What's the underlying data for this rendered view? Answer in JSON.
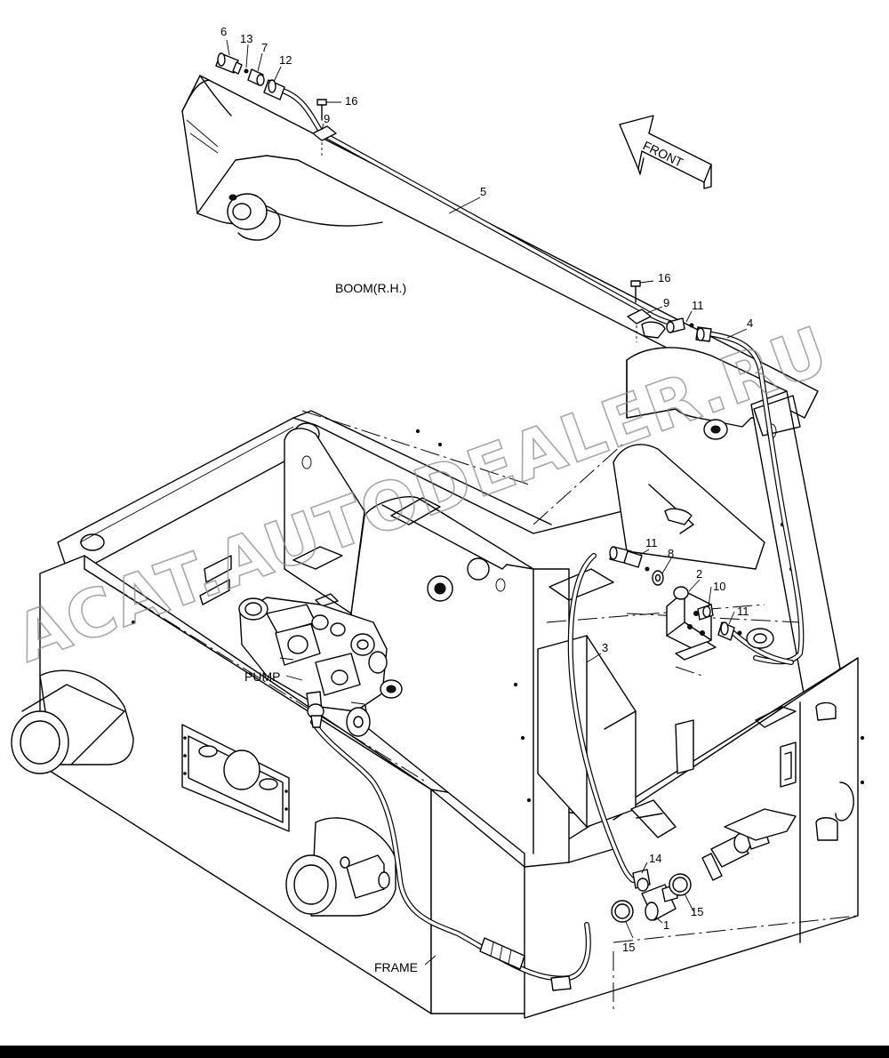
{
  "labels": {
    "front": "FRONT",
    "boom": "BOOM(R.H.)",
    "pump": "PUMP",
    "frame": "FRAME"
  },
  "callouts": {
    "c1": "1",
    "c2": "2",
    "c3": "3",
    "c4": "4",
    "c5": "5",
    "c6": "6",
    "c7": "7",
    "c8": "8",
    "c9a": "9",
    "c9b": "9",
    "c10": "10",
    "c11a": "11",
    "c11b": "11",
    "c11c": "11",
    "c12": "12",
    "c13": "13",
    "c14": "14",
    "c15a": "15",
    "c15b": "15",
    "c16a": "16",
    "c16b": "16"
  },
  "watermark": "ACAT.AUTODEALER.RU"
}
